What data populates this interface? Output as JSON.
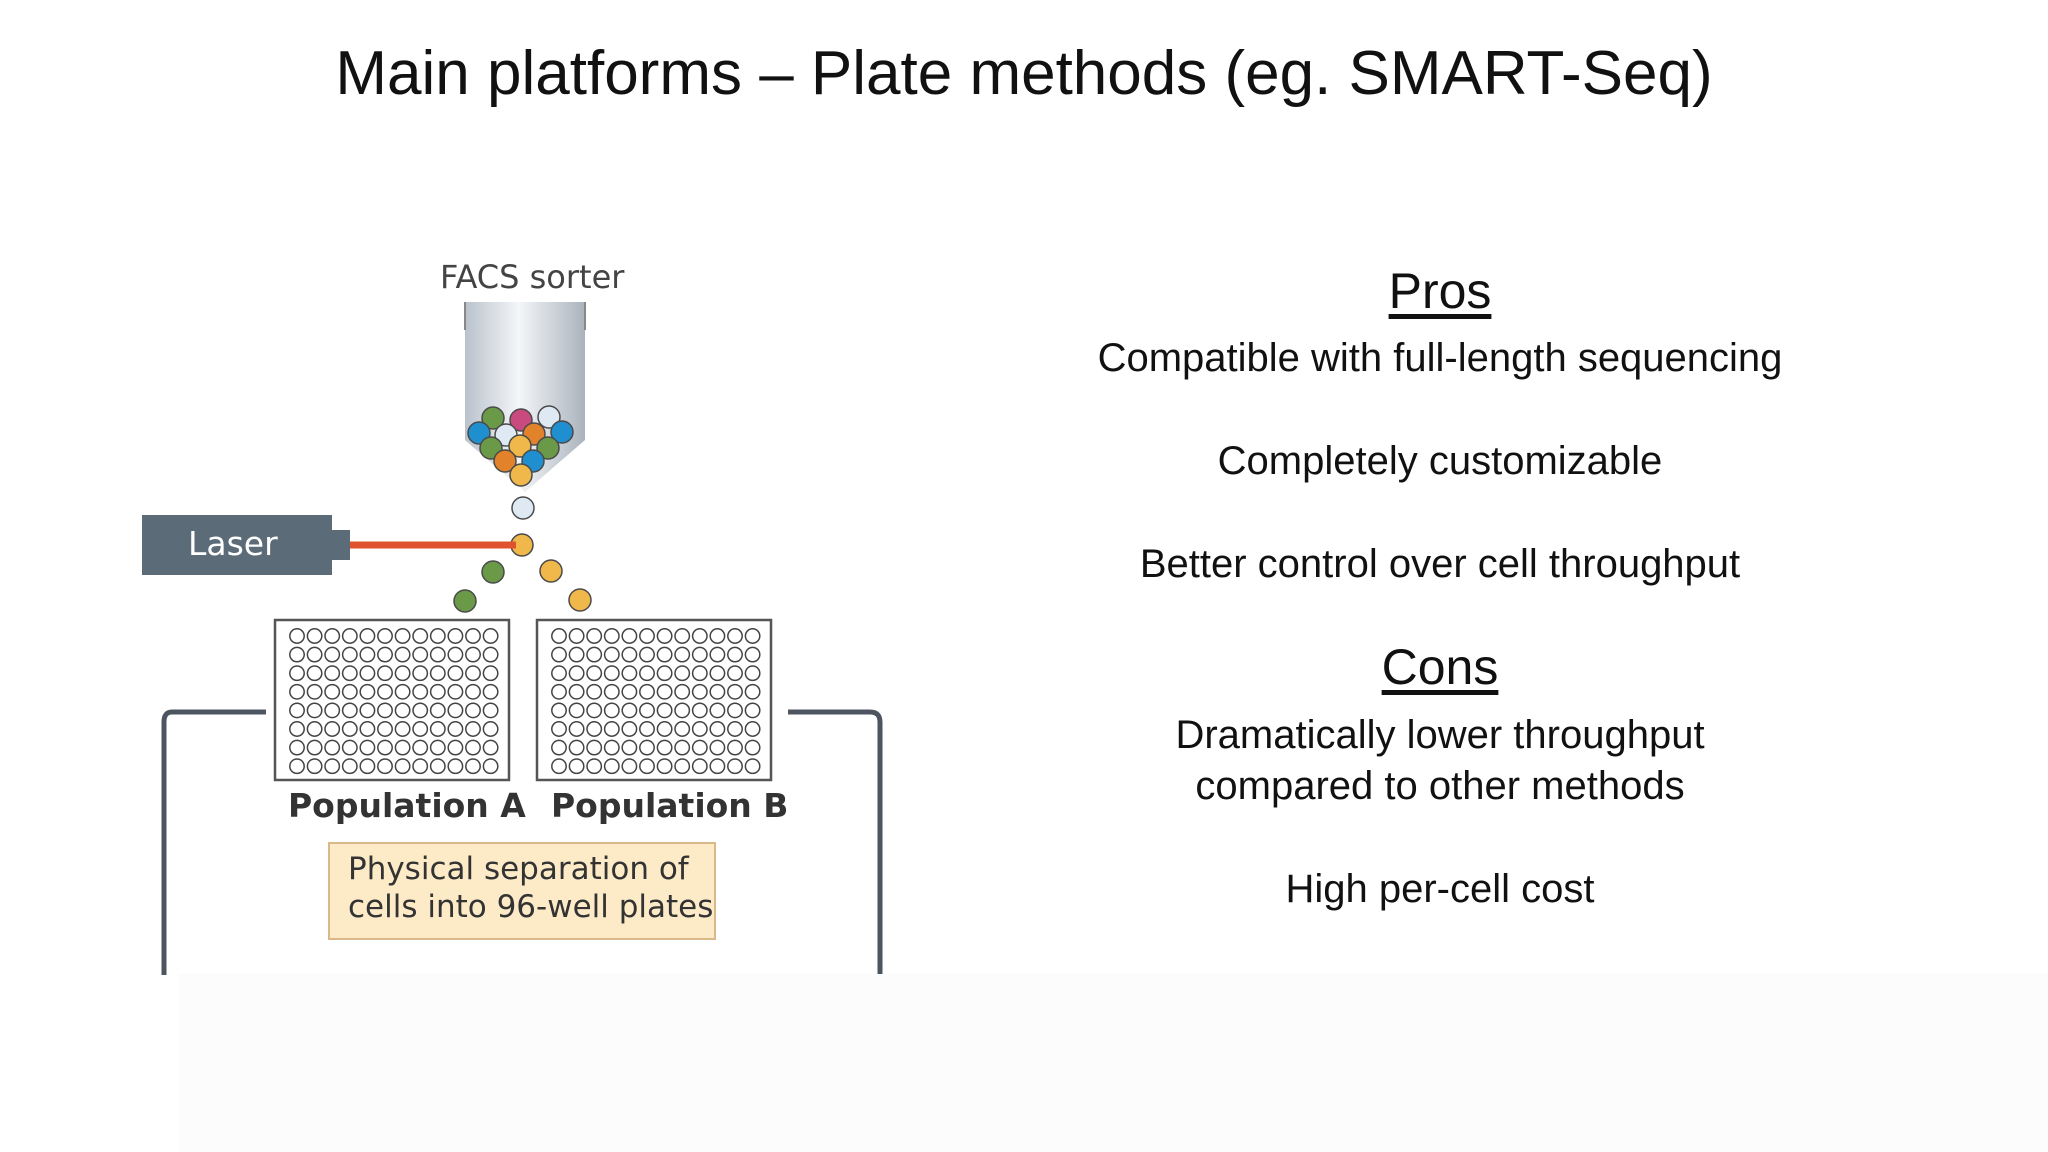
{
  "slide": {
    "title": "Main platforms – Plate methods (eg. SMART-Seq)"
  },
  "figure": {
    "facs_label": "FACS sorter",
    "laser_label": "Laser",
    "population_a": "Population A",
    "population_b": "Population B",
    "separation_line1": "Physical separation of",
    "separation_line2": "cells into 96-well plates",
    "plate_rows": 8,
    "plate_cols": 12,
    "colors": {
      "laser_body": "#5b6b78",
      "laser_beam": "#e0522e",
      "blue_cell": "#1f8fd0",
      "green_cell": "#6a9a48",
      "orange_cell": "#e2822a",
      "yellow_cell": "#f0b84a",
      "pink_cell": "#c94a7e",
      "pale_cell": "#dfe9f3",
      "box_fill": "#fdebc8"
    }
  },
  "pros": {
    "heading": "Pros",
    "items": [
      "Compatible with full-length sequencing",
      "Completely customizable",
      "Better control over cell throughput"
    ]
  },
  "cons": {
    "heading": "Cons",
    "items": [
      "Dramatically lower throughput\ncompared to other methods",
      "High per-cell cost"
    ]
  }
}
